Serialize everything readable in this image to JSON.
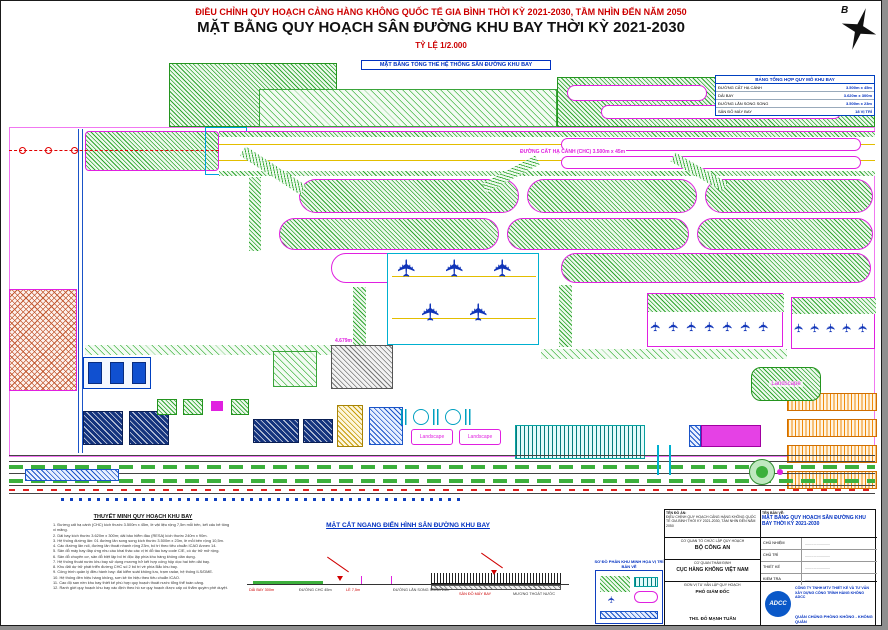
{
  "header": {
    "subtitle": "ĐIỀU CHỈNH QUY HOẠCH CẢNG HÀNG KHÔNG QUỐC TẾ GIA BÌNH THỜI KỲ 2021-2030, TẦM NHÌN ĐẾN NĂM 2050",
    "title": "MẶT BẰNG QUY HOẠCH SÂN ĐƯỜNG KHU BAY THỜI KỲ 2021-2030",
    "scale": "TỶ LỆ 1/2.000"
  },
  "north": {
    "label": "B"
  },
  "icons": {
    "aircraft": "✈"
  },
  "colors": {
    "magenta": "#E020E0",
    "green": "#2EA52E",
    "blue": "#1040C0",
    "cyan": "#00A0C0",
    "red": "#D00000",
    "yellow": "#E8C000",
    "orange": "#F08B0A"
  },
  "plan": {
    "overview_label": "MẶT BẰNG TỔNG THỂ HỆ THỐNG SÂN ĐƯỜNG KHU BAY",
    "runway_label": "ĐƯỜNG CẤT HẠ CÁNH (CHC) 3.500m x 45m",
    "landscape": "Landscape",
    "dim": "4.679m"
  },
  "legend": {
    "title": "BẢNG TỔNG HỢP QUY MÔ KHU BAY",
    "rows": [
      {
        "label": "ĐƯỜNG CẤT HẠ CÁNH",
        "value": "3.500m x 45m"
      },
      {
        "label": "DẢI BAY",
        "value": "3.620m x 300m"
      },
      {
        "label": "ĐƯỜNG LĂN SONG SONG",
        "value": "3.500m x 23m"
      },
      {
        "label": "SÂN ĐỖ MÁY BAY",
        "value": "18 VỊ TRÍ"
      }
    ]
  },
  "notes": {
    "title": "THUYẾT MINH QUY HOẠCH KHU BAY",
    "lines": [
      "1. Đường cất hạ cánh (CHC) kích thước 3.500m x 45m, lề vật liệu rộng 7,5m mỗi bên, kết cấu bê tông xi măng.",
      "2. Dải bay kích thước 3.620m x 300m; dải bảo hiểm đầu (RESA) kích thước 240m x 90m.",
      "3. Hệ thống đường lăn: 01 đường lăn song song kích thước 3.500m x 23m, lề mỗi bên rộng 10,5m.",
      "4. Các đường lăn nối, đường lăn thoát nhanh rộng 23m, bố trí theo tiêu chuẩn ICAO Annex 14.",
      "5. Sân đỗ máy bay đáp ứng nhu cầu khai thác các vị trí đỗ tàu bay code C/E, có dự trữ mở rộng.",
      "6. Sân đỗ chuyên cơ, sân đỗ biệt lập bố trí độc lập phía khu hàng không dân dụng.",
      "7. Hệ thống thoát nước khu bay sử dụng mương hở kết hợp cống hộp dọc hai bên dải bay.",
      "8. Khu đất dự trữ phát triển đường CHC số 2 bố trí về phía Bắc khu bay.",
      "9. Công trình quản lý điều hành bay: đài kiểm soát không lưu, trạm radar, hệ thống ILS/DME.",
      "10. Hệ thống đèn hiệu hàng không, sơn kẻ tín hiệu theo tiêu chuẩn ICAO.",
      "11. Cao độ san nền khu bay thiết kế phù hợp quy hoạch thoát nước tổng thể toàn cảng.",
      "12. Ranh giới quy hoạch khu bay xác định theo hồ sơ quy hoạch được cấp có thẩm quyền phê duyệt."
    ]
  },
  "section": {
    "title": "MẶT CẮT NGANG ĐIỂN HÌNH SÂN ĐƯỜNG KHU BAY",
    "labels": [
      "DẢI BAY 300m",
      "ĐƯỜNG CHC 45m",
      "LỀ 7,5m",
      "ĐƯỜNG LĂN SONG SONG 23m",
      "SÂN ĐỖ MÁY BAY",
      "MƯƠNG THOÁT NƯỚC"
    ]
  },
  "inset": {
    "title": "SƠ ĐỒ PHÂN KHU MINH HỌA VỊ TRÍ BẢN VẼ"
  },
  "titleblock": {
    "project_label": "TÊN ĐỒ ÁN:",
    "project": "ĐIỀU CHỈNH QUY HOẠCH CẢNG HÀNG KHÔNG QUỐC TẾ GIA BÌNH THỜI KỲ 2021-2030, TẦM NHÌN ĐẾN NĂM 2050",
    "drawing_label": "TÊN BẢN VẼ:",
    "drawing": "MẶT BẰNG QUY HOẠCH SÂN ĐƯỜNG KHU BAY THỜI KỲ 2021-2030",
    "org_label": "CƠ QUAN TỔ CHỨC LẬP QUY HOẠCH",
    "org": "BỘ CÔNG AN",
    "review_label": "CƠ QUAN THẨM ĐỊNH",
    "review": "CỤC HÀNG KHÔNG VIỆT NAM",
    "consultant_label": "ĐƠN VỊ TƯ VẤN LẬP QUY HOẠCH",
    "signature_title": "PHÓ GIÁM ĐỐC",
    "signature_name": "THS. ĐỖ MẠNH TUẤN",
    "company": "CÔNG TY TNHH MTV THIẾT KẾ VÀ TƯ VẤN XÂY DỰNG CÔNG TRÌNH HÀNG KHÔNG ADCC",
    "force": "QUÂN CHỦNG PHÒNG KHÔNG - KHÔNG QUÂN",
    "logo": "ADCC",
    "roles": [
      {
        "label": "CHỦ NHIỆM",
        "value": "........................"
      },
      {
        "label": "CHỦ TRÌ",
        "value": "........................"
      },
      {
        "label": "THIẾT KẾ",
        "value": "........................"
      },
      {
        "label": "KIỂM TRA",
        "value": "........................"
      }
    ]
  }
}
